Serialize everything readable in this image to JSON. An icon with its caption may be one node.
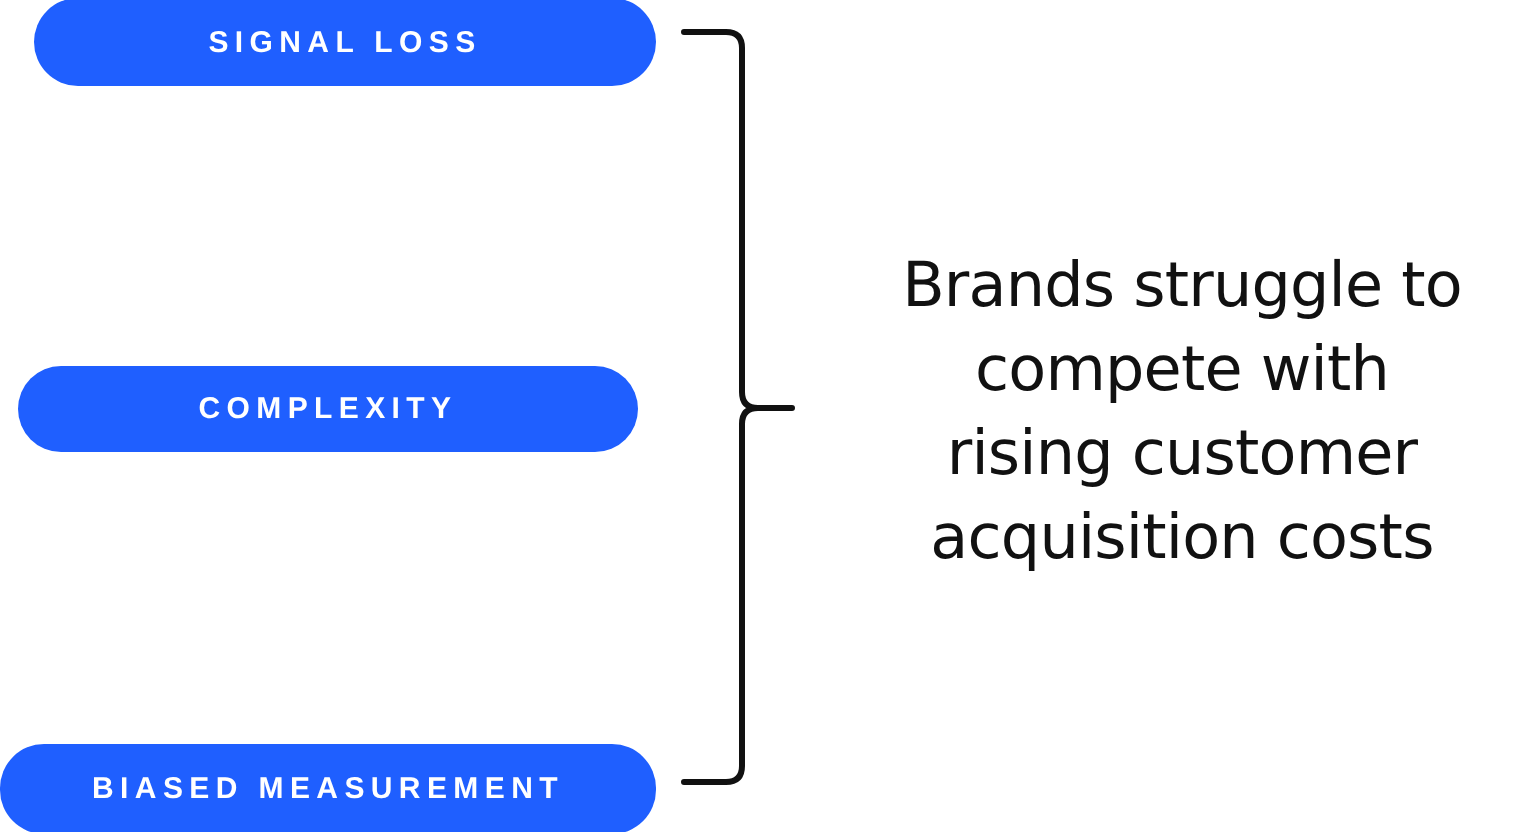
{
  "diagram": {
    "nodes": [
      {
        "text": [
          "SIGNAL LOSS"
        ]
      },
      {
        "text": [
          "COMPLEXITY"
        ]
      },
      {
        "text": [
          "BIASED MEASUREMENT"
        ]
      }
    ],
    "labels": [
      "Brands struggle to compete with rising customer acquisition costs"
    ]
  }
}
